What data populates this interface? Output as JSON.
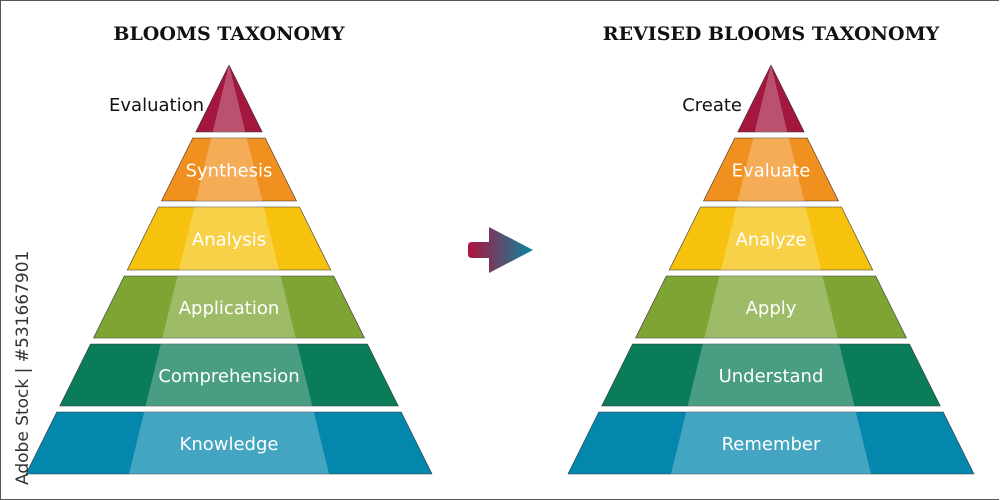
{
  "left": {
    "title": "BLOOMS TAXONOMY",
    "levels": [
      "Evaluation",
      "Synthesis",
      "Analysis",
      "Application",
      "Comprehension",
      "Knowledge"
    ]
  },
  "right": {
    "title": "REVISED BLOOMS TAXONOMY",
    "levels": [
      "Create",
      "Evaluate",
      "Analyze",
      "Apply",
      "Understand",
      "Remember"
    ]
  },
  "colors": [
    "#a3173f",
    "#f0901f",
    "#f6c20d",
    "#7ea434",
    "#0b7c5a",
    "#0487ad"
  ],
  "arrow": {
    "icon": "arrow-right-icon",
    "gradient": [
      "#b0123c",
      "#06879f"
    ]
  },
  "watermark": "Adobe Stock | #531667901"
}
